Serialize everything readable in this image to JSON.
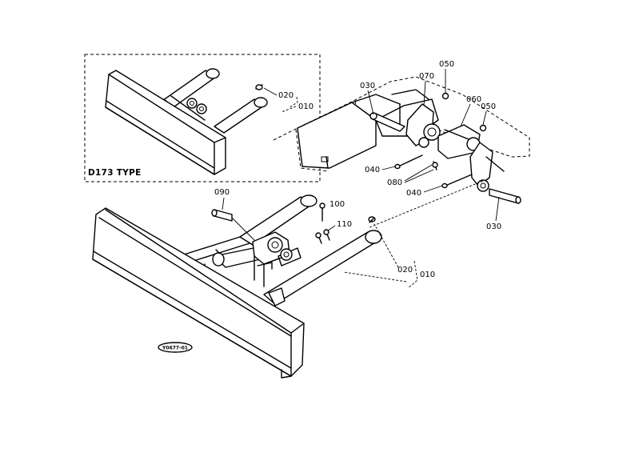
{
  "diagram": {
    "inset_type_label": "D173 TYPE",
    "drawing_code": "Y0677-01",
    "callouts": {
      "inset_020": "020",
      "inset_010": "010",
      "upper_030": "030",
      "upper_070": "070",
      "upper_050_a": "050",
      "upper_060": "060",
      "upper_050_b": "050",
      "upper_040_a": "040",
      "upper_080": "080",
      "upper_040_b": "040",
      "right_030": "030",
      "main_090": "090",
      "main_100": "100",
      "main_110": "110",
      "main_020": "020",
      "main_010": "010"
    }
  }
}
